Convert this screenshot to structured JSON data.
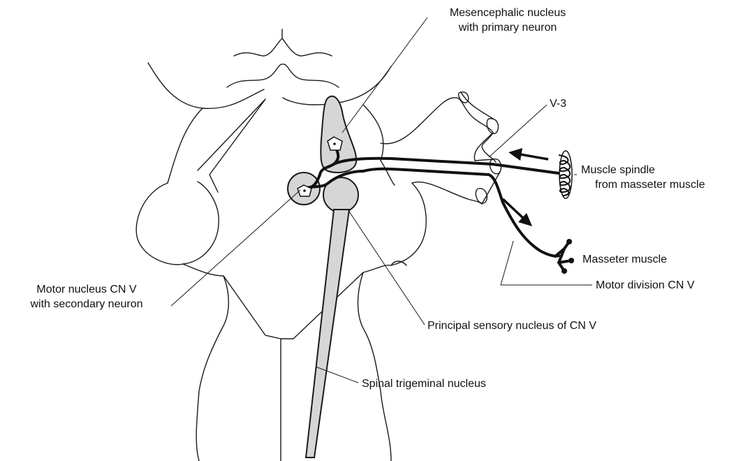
{
  "labels": {
    "mesencephalic_line1": "Mesencephalic nucleus",
    "mesencephalic_line2": "with primary neuron",
    "v3": "V-3",
    "spindle_line1": "Muscle spindle",
    "spindle_line2": "from masseter muscle",
    "masseter": "Masseter muscle",
    "motor_division": "Motor division CN V",
    "motor_nucleus_line1": "Motor nucleus CN V",
    "motor_nucleus_line2": "with secondary neuron",
    "principal_sensory": "Principal sensory nucleus of CN V",
    "spinal_trigeminal": "Spinal trigeminal nucleus"
  },
  "colors": {
    "nucleus_fill": "#d6d6d6",
    "stroke": "#1a1a1a"
  }
}
